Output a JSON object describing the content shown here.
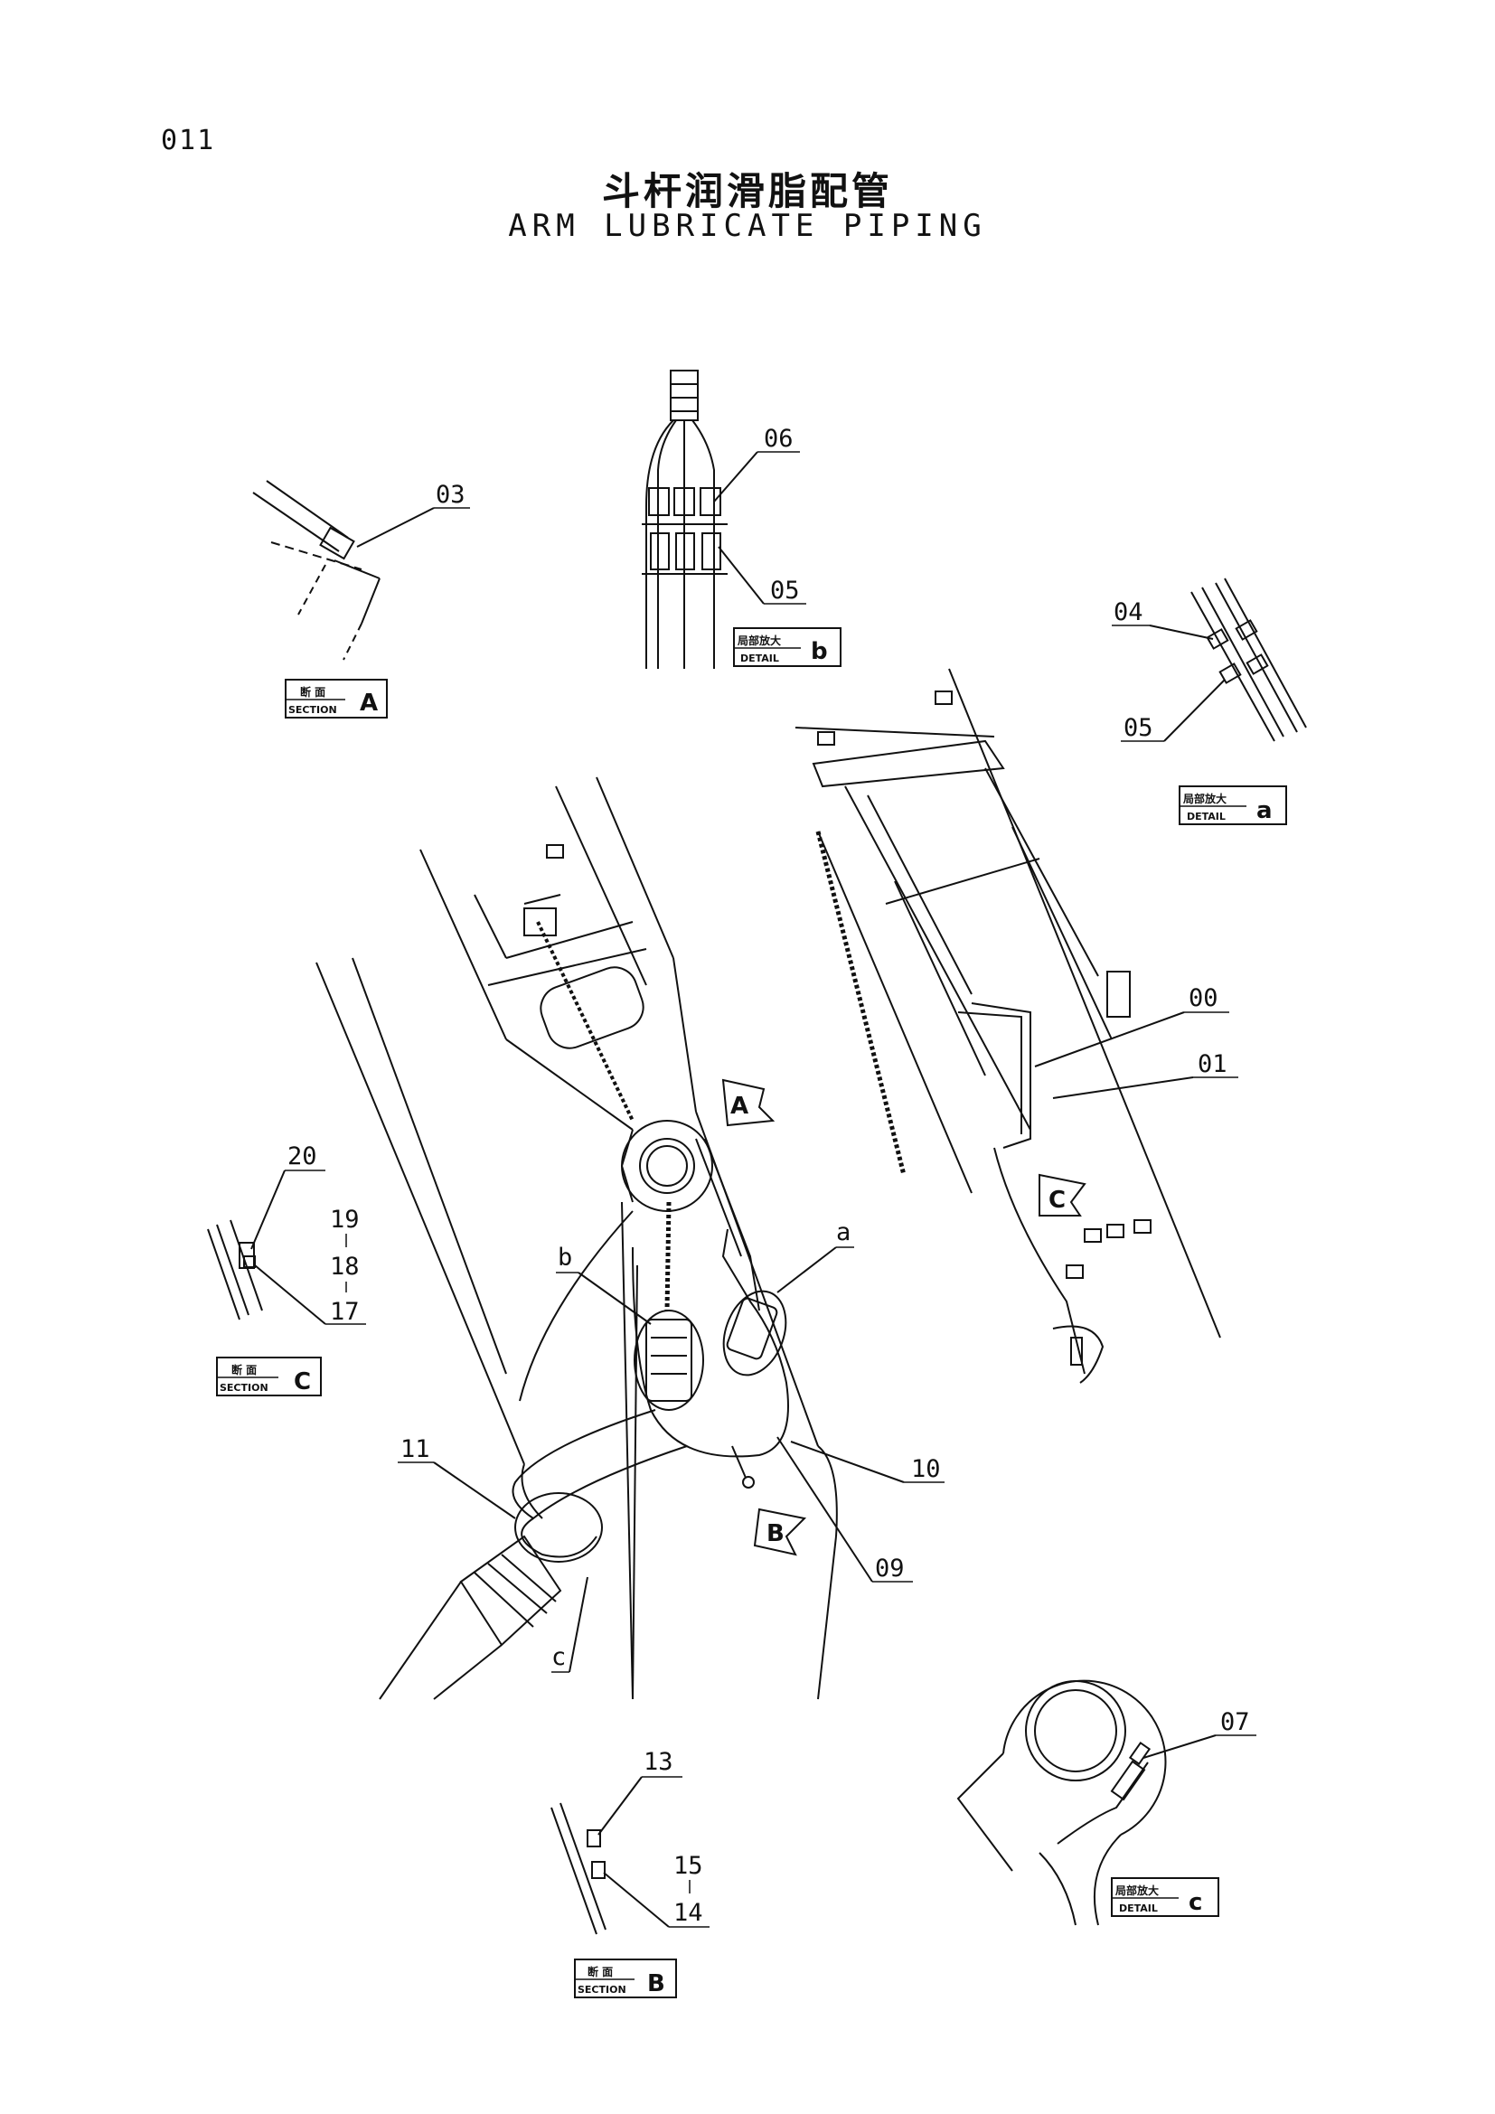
{
  "page": {
    "number": "011"
  },
  "title": {
    "chinese": "斗杆润滑脂配管",
    "english": "ARM LUBRICATE PIPING"
  },
  "callouts": {
    "c00": "00",
    "c01": "01",
    "c03": "03",
    "c04": "04",
    "c05a": "05",
    "c05b": "05",
    "c06": "06",
    "c07": "07",
    "c09": "09",
    "c10": "10",
    "c11": "11",
    "c13": "13",
    "c14": "14",
    "c15": "15",
    "c17": "17",
    "c18": "18",
    "c19": "19",
    "c20": "20",
    "ca": "a",
    "cb": "b",
    "cc": "c"
  },
  "view_markers": {
    "a": "A",
    "b": "B",
    "c": "C"
  },
  "boxes": {
    "section_a": {
      "cn": "断 面",
      "en": "SECTION",
      "letter": "A"
    },
    "section_b": {
      "cn": "断 面",
      "en": "SECTION",
      "letter": "B"
    },
    "section_c": {
      "cn": "断 面",
      "en": "SECTION",
      "letter": "C"
    },
    "detail_a": {
      "cn": "局部放大",
      "en": "DETAIL",
      "letter": "a"
    },
    "detail_b": {
      "cn": "局部放大",
      "en": "DETAIL",
      "letter": "b"
    },
    "detail_c": {
      "cn": "局部放大",
      "en": "DETAIL",
      "letter": "c"
    }
  }
}
